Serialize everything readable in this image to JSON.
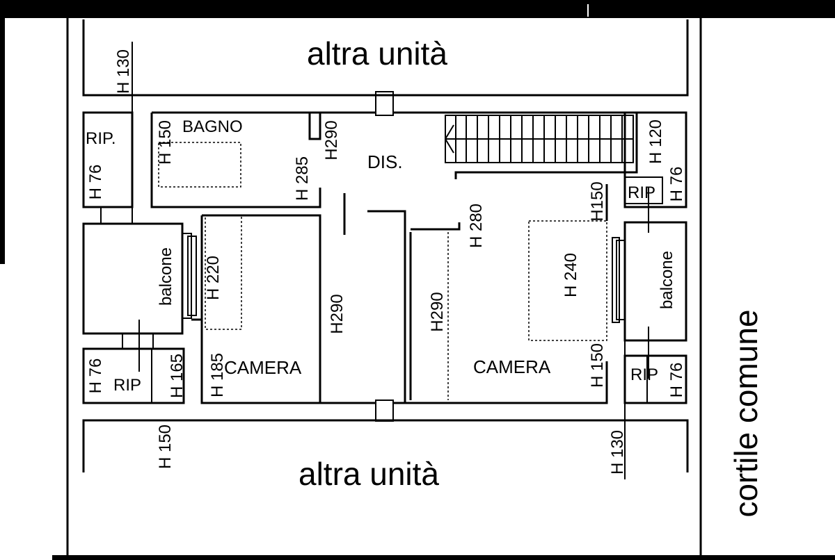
{
  "labels": {
    "other_unit_top": "altra unità",
    "other_unit_bottom": "altra unità",
    "courtyard": "cortile comune",
    "bathroom": "BAGNO",
    "hallway": "DIS.",
    "storage_top_left": "RIP.",
    "storage_right_top": "RIP",
    "storage_bottom_left": "RIP",
    "storage_bottom_right": "RIP",
    "balcony_left": "balcone",
    "balcony_right": "balcone",
    "bedroom_left": "CAMERA",
    "bedroom_right": "CAMERA"
  },
  "heights": {
    "h130_top": "H 130",
    "h150_bath": "H 150",
    "h76_rip_top": "H 76",
    "h285": "H 285",
    "h290_dis": "H290",
    "h120": "H 120",
    "h76_rip_right": "H 76",
    "h150_right": "H150",
    "h280": "H 280",
    "h220": "H 220",
    "h290_left": "H290",
    "h290_right": "H290",
    "h240": "H 240",
    "h185": "H 185",
    "h76_rip_bl": "H 76",
    "h165": "H 165",
    "h150_right_bottom": "H 150",
    "h76_rip_br": "H 76",
    "h150_bottom": "H 150",
    "h130_bottom": "H 130"
  }
}
